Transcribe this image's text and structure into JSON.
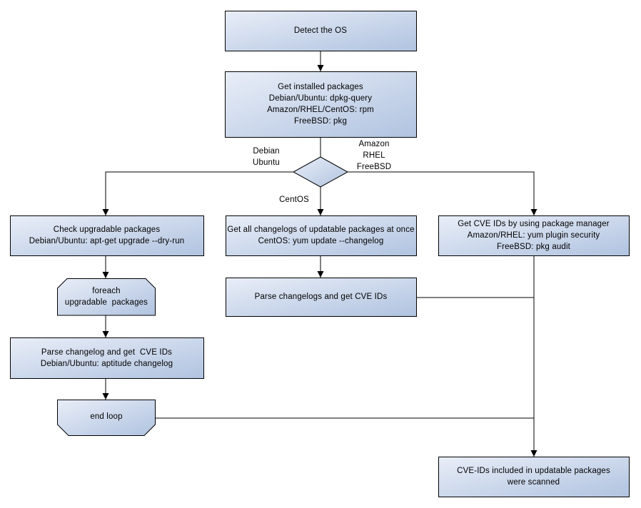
{
  "flowchart": {
    "nodes": {
      "detect_os": {
        "label": "Detect the OS",
        "shape": "process"
      },
      "get_installed": {
        "label": "Get installed packages\nDebian/Ubuntu: dpkg-query\nAmazon/RHEL/CentOS: rpm\nFreeBSD: pkg",
        "shape": "process"
      },
      "os_decision": {
        "label": "",
        "shape": "decision"
      },
      "check_upgradable": {
        "label": "Check upgradable packages\nDebian/Ubuntu: apt-get upgrade --dry-run",
        "shape": "process"
      },
      "foreach_loop": {
        "label": "foreach\nupgradable  packages",
        "shape": "loop-start"
      },
      "parse_changelog": {
        "label": "Parse changelog and get  CVE IDs\nDebian/Ubuntu: aptitude changelog",
        "shape": "process"
      },
      "end_loop": {
        "label": "end loop",
        "shape": "loop-end"
      },
      "get_changelogs": {
        "label": "Get all changelogs of updatable packages at once\nCentOS: yum update --changelog",
        "shape": "process"
      },
      "parse_changelogs": {
        "label": "Parse changelogs and get CVE IDs",
        "shape": "process"
      },
      "get_cve_ids": {
        "label": "Get CVE IDs by using package manager\nAmazon/RHEL: yum plugin security\nFreeBSD: pkg audit",
        "shape": "process"
      },
      "scanned": {
        "label": "CVE-IDs included in updatable packages\nwere scanned",
        "shape": "process"
      }
    },
    "edge_labels": {
      "debian_ubuntu": "Debian\nUbuntu",
      "amazon_rhel_freebsd": "Amazon\nRHEL\nFreeBSD",
      "centos": "CentOS"
    },
    "colors": {
      "shape_gradient_start": "#e9eef8",
      "shape_gradient_end": "#b0c3e0",
      "border": "#000000",
      "line": "#000000",
      "background": "#ffffff"
    }
  }
}
